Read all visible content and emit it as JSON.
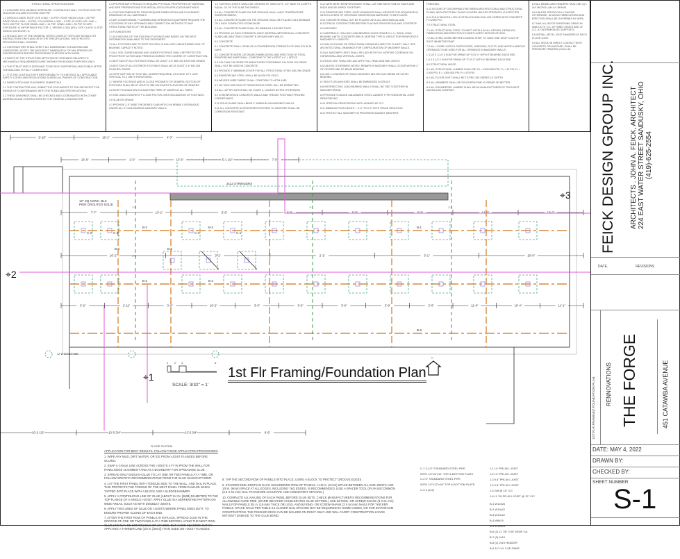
{
  "notes": {
    "heading": "STRUCTURAL SPECIFICATIONS",
    "columns": [
      [
        "1.1 ASSUMED SOIL BEARING PRESSURE: CONTINUOUS WALL FOOTING 2000 PSF, ISOLATED COLUMN FOOTING 2000 PSF",
        "1.2 DESIGN LOADS: ROOF LIVE LOAD = 20 PSF; ROOF SNOW LOAD = 25 PSF; ROOF DEAD LOAD = 15 PSF; COLLATERAL LOAD = 5 PSF; FLOOR LIVE LOAD = FLEX 100 PSF; FLOOR DEAD LOAD = 10 PSF; WIND LOAD = 90 PSF 90 MPH EXPOSURE: B; IMPORTANCE FACTOR: 1; SEISMIC LOAD (IBC); SITE CLASS: D; SITE DESIGN CATEGORY: A",
        "1.3 SHOULD ANY OF THE GENERAL NOTES CONFLICT WITH ANY DETAILS OR INSTRUCTIONS ON PLANS OR IN THE SPECIFICATIONS, THE STRICTEST PROVISION SHALL GOVERN.",
        "1.4 CONTRACTORS SHALL VERIFY ALL DIMENSIONS, ELEVATIONS AND CONDITIONS. NOTIFY THE ARCHITECT IMMEDIATELY OF ANY ERRORS OR DISCREPANCIES BEFORE PROCEEDING FURTHER WITH WORK.",
        "1.5 PARTS OF THE STRUCTURE AFFECTED BY OPENINGS RELATED TO MECHANICAL REQUIREMENTS ARE SHOWN FOR BIDDING PURPOSES ONLY.",
        "1.6 THE STRUCTURE IS DESIGNED TO BE SELF SUPPORTING AND STABLE AFTER THE BUILDING IS FULLY COMPLETED.",
        "1.7 IT IS THE CONTRACTOR'S RESPONSIBILITY TO ENFORCE ALL APPLICABLE SAFETY CODES AND REGULATIONS DURING ALL PHASES OF CONSTRUCTION.",
        "2.0 FABRICATION AND PLACEMENT SUBMITTALS",
        "2.1 THE CONTRACTOR WILL SUBMIT THE DOCUMENTS TO THE ARCHITECT FOR REVIEW OF CONFORMANCE WITH THE PLANS AND SPECIFICATIONS.",
        "2.2 THESE DRAWINGS SHALL BE CHECKED AND COORDINATED WITH OTHER MATERIALS AND CONTRACTORS BY THE GENERAL CONTRACTOR."
      ],
      [
        "2.3 PROPRIETARY PRODUCTS REQUIRE PHYSICAL PROPERTIES OF MATERIAL AND MFR PREPARATIONS FOR INSTALLATION OR APPLICATION METHODS.",
        "2.4 CUSTOM FABRICATED ITEMS REQUIRE FABRICATION AND PLACEMENT DRAWINGS OF ALL MATERIALS.",
        "2.5 AIR CONDITIONING, PLUMBING AND OPERATING EQUIPMENT REQUIRE THE LOCATIONS OF ANY OPENINGS AND CONNECTION METHODS TO ANY STRUCTURAL PARTS OF THE BUILDING.",
        "3.0 FOUNDATIONS",
        "3.1 ELEVATIONS OF THE EXISTING FOOTINGS ARE BASED ON THE BEST INFORMATION AVAILABLE TO THE DESIGNERS.",
        "3.2 ALL FOOTINGS ARE TO REST ON FIRM, CLEAN, DRY UNDISTURBED SOIL OF BEARING CAPACITY NOTED.",
        "3.3 ALL SOIL SURROUNDING AND UNDER FOOTINGS SHALL BE PROTECTED FROM FROST ACTION AND FREEZING DURING THE COURSE OF CONSTRUCTION.",
        "3.4 BOTTOM OF ALL FOOTINGS SHALL BE LEAST 3'-6\" BELOW EXISTING GRADE.",
        "3.5 BOTTOM OF ALL EXTERIOR FOOTINGS SHALL BE AT LEAST 3'-6\" BELOW FINISHED GRADE.",
        "3.6 STEP BOTTOM OF FOOTING, WHERE REQUIRED, AT A RATE OF 1 UNIT VERTICAL TO 2 UNITS HORIZONTAL.",
        "3.7 WHERE FOOTINGS ARE IN CLOSE PROXIMITY OF SEWERS, BOTTOM OF FOOTINGS SHALL BE AT LEAST 6\" BELOW INVERT ELEVATION OF SEWERS.",
        "3.8 KEEP FOUNDATION EXCAVATIONS FREE OF WATER AT ALL TIMES.",
        "3.9 USE LEAN CONCRETE F'c=1000 PSI FOR OVER-EXCAVATION OF FOOTINGS.",
        "4.0 SLAB ON GRADE",
        "4.1 PROVIDE 2'-0\" WIDE THICKENED SLAB WITH 2 #4 REBAR CONTINUOUS UNDER ALL 6\" NON-BEARING MASONRY WALLS."
      ],
      [
        "4.2 CONTROL JOINTS SHALL BE CREATED BY SAW CUTS, 1/4\" WIDE TO A DEPTH EQUAL 1/3 OF THE SLAB THICKNESS.",
        "4.3 ALL CONCRETE SLABS ON THE GROUND SHALL HAVE TEMPERATURE REINFORCEMENT.",
        "4.4 ALL CONCRETE SLABS ON THE GROUND SHALL BE PLACED ON A MINIMUM OF 4 INCH COMPACTED STONE BASE.",
        "4.5 ALL CONCRETE SLABS SHALL BE MINIMUM 4 INCHES THICK.",
        "4.6 PROVIDE 1/2 INCH EXPANSION JOINT MATERIAL BETWEEN ALL CONCRETE SLABS AND ABUTTING CONCRETE OR MASONRY WALLS.",
        "5.0 CONCRETE",
        "5.1 CONCRETE SHALL DEVELOP A COMPRESSION STRENGTH OF 3000 PSI IN 28 DAYS.",
        "5.2 CONCRETE WORK, DETAILING FABRICATION, AND ERECTION OF STEEL REINFORCING BARS SHALL CONFORM TO THE LATEST A.C.I. SPECS.",
        "5.3 CALCIUM CHLORIDE OR ADMIXTURES CONTAINING CALCIUM CHLORIDE SHALL NOT BE USED IN CONCRETE.",
        "5.4 PROVIDE 3\" MINIMUM COVER FOR ALL STRUCTURAL STEEL BELOW GRADE.",
        "5.5 REINFORCING STEEL SHALL BE 60,000 PSI YIELD.",
        "5.6 WELDED WIRE FABRIC SHALL CONFORM TO ASTM A185.",
        "5.7 NO TACK WELDING OF REINFORCING STEEL WILL BE PERMITTED.",
        "5.8 ALL LAP SPLICES SHALL BE CLASS C, UNLESS NOTED OTHERWISE.",
        "5.9 IN REINFORCED CONCRETE WALLS AND TRENCH FOOTINGS PROVIDE CORNER BARS.",
        "5.10 SOLID SLABS SHALL BEAR 4\" MINIMUM ON MASONRY WALLS.",
        "5.11 ALL CONCRETE ACCESSORIES EXPOSED TO WEATHER SHALL BE CORROSION RESISTANT."
      ],
      [
        "5.12 WIRE MESH REINFORCEMENT SHALL LAP ONE MESH SIZE AT SIDES AND ENDS AND BE WIRED TOGETHER.",
        "5.13 REINFORCING STEEL SHOP DRAWINGS SHALL INDICATE THE SEQUENCE IN WHICH LAYERS OF CROSSING REINFORCING BARS ARE TO BE PLACED.",
        "5.14 CONCRETE SHALL NOT BE PLACED UNTIL ALL MECHANICAL AND ELECTRICAL CONTRACTORS BEFORE PLACING REINFORCING AND CONCRETE.",
        "6.0 MASONRY",
        "6.1 MATERIALS: HOLLOW LOAD BEARING UNITS GRADE N-1 / I; SOLID LOAD BEARING UNITS; CONCRETE BRICK; MORTAR TYPE S; GROUT FOR REINFORCED MASONRY F'c=3000 PSI",
        "6.2 WALLS SHOWN ON STRUCTURAL DRAWINGS ARE FOR CLARITY ONLY. SEE ARCHITECTURAL DRAWINGS FOR CONFIGURATION OF MASONRY WALLS.",
        "6.3 ALL MASONRY UNITS SHALL BE LAID WITH FULL MORTAR COVERAGE ON HORIZONTAL AND VERTICAL JOINTS.",
        "6.4 SOLID UNIT SHALL BE LAID WITH FULL HEAD AND BED JOINTS.",
        "6.5 UNLESS OTHERWISE NOTED, REBARS IN MASONRY SHALL OCCUR WITHIN 2\" OF CENTERLINE OF BEAM BEARING.",
        "6.6 USE 3 COURSES OF SOLID MASONRY BELOW EACH BEAM OR LINTEL BEARING.",
        "6.7 BOLTS OR ANCHORS SHALL BE EMBEDDED IN GROUT.",
        "6.8 INTERSECTING LOAD BEARING WALLS SHALL BE TIED TOGETHER IN MASONRY BOND.",
        "6.9 PROVIDE 9 GAUGE GALVANIZED STEEL LADDER TYPE HORIZONTAL JOINT REINFORCING.",
        "6.10 VERTICAL REINFORCING WITH #5 BARS 48\" O.C.",
        "6.11 MINIMUM POUR HEIGHT = 4'-0\" TO 5'-0\" WITH STAGE GROUTING.",
        "6.12 PROTECT ALL MASONRY IN PROGRESS AGAINST WEATHER."
      ],
      [
        "FREEZING.",
        "6.13 IN CASE OF DISCREPANCY BETWEEN ARCHITECTURAL AND STRUCTURAL PLANS, ARCHITECTURAL PLANS GOVERN UNLESS STRENGTH IS AFFECTED.",
        "6.14 FULLY BACKFILL CELLS OF BLOCK AND HOLLOW CORES WITH CONCRETE F'c=2500 PSI.",
        "7.0 STRUCTURAL STEEL",
        "7.1 ALL STRUCTURAL STEEL TO MEET ASTM A-36 ALL DESIGN, DETAILING, FABRICATION AND ERECTION TO MEET LATEST EDITION OF AISC.",
        "7.2 ALL STEEL WORK BEFORE LEAVING SHOP, TO HAVE ONE SHOP COAT OF RUST INHIBITIVE PAINT.",
        "7.3 ALL LOOSE LINTELS OVER DOORS, WINDOWS, DUCTS, AND MISCELLANEOUS OPENINGS TO BE USED FOR ALL OPENINGS IN MASONRY WALLS:",
        "L 3-1/2 X 3-1/2 X 5/16 FOR SPANS UP TO 6'-0\" WITH 8\" BEARING EACH END",
        "L 6 X 3-1/2 X 5/16 FOR SPANS UP TO 9'-0\" WITH 8\" BEARING EACH END",
        "8.0 STRUCTURAL WOOD",
        "8.1 ALL STRUCTURAL LUMBER SHALL BE: Fb = 1000/1500 PSI; Fv = 90 PSI; Fc = 1,000 PSI; E = 1,500,000 PSI; Ft = 575 PSI",
        "8.2 ALL FLOOR JOIST SHALL BE TJI PRO 250 SERIES 14\" DEPTH.",
        "8.3 ALL MEMBERS SHALL BE SOUTHERN PINE #2 GRADE OR BETTER.",
        "8.4 ALL ENGINEERED LUMBER SHALL BE AS MANUFACTURED BY TRUSJOIST MACMILLAN COMPANY."
      ],
      [
        "8.5 ALL BEAMS AND HEADERS SHALL BE (2) 1 3/4\" MICROLLAM LVL BEAMS.",
        "8.6 UNLESS SPECIFICALLY SHOWN OTHERWISE, IN WOOD FABRICATIONS AND ERECTION SHALL BE GOVERNED BY AFPA.",
        "8.7 NAIL ALL WOOD SHEATHING USING 8d NAILS AT 6\" O.C. AT PANEL EDGES AND 12\" O.C. AT INTERMEDIATE SUPPORTS.",
        "8.8 INSTALL METAL JOIST HANGERS AT EACH FLOOR JOIST.",
        "8.9 ALL WOOD IN DIRECT CONTACT WITH CONCRETE OR MASONRY SHALL BE PRESSURE TREATED (CCA-C-6)."
      ]
    ]
  },
  "plan": {
    "title": "1st Flr Framing/Foundation Plan",
    "scale_label": "SCALE: 3/32\" = 1'",
    "scale_ticks": [
      "0",
      "2'",
      "4'",
      "8'"
    ],
    "annotations": {
      "stringers": "2x12 STRINGERS",
      "pier": "12\" SQ CONC. BLK PIER GROUTED SOLID",
      "sonotube": "12\"Ø SONOTUBE",
      "floor_system": "FLOOR SYSTEM"
    },
    "section_markers": [
      "2",
      "3",
      "1"
    ],
    "top_dims": [
      "5'-10\"",
      "18'-1\"",
      "4'-0\""
    ],
    "dims_row2": [
      "16'-6\"",
      "2'-0\"",
      "13'-6\"",
      "5'-1 1/2\"",
      "7'-0\""
    ],
    "dims_row3": [
      "7'-7\"",
      "13'-2\"",
      "6'-9\"",
      "6'-9\"",
      "6'-9\"",
      "6'-9\"",
      "14'-9\"",
      "15'-0\""
    ],
    "dims_row4": [
      "16'-2\"",
      "3'-1\"",
      "2'-1\"",
      "3'-1\"",
      "20'-0\""
    ],
    "dims_row5": [
      "3'-2\"",
      "2'-11\"",
      "3'-0\"",
      "10'-2\"",
      "3'-0\"",
      "3'-9\"",
      "3'-0\"",
      "3'-9\"",
      "3'-0\"",
      "11'-9\"",
      "10'-4\"",
      "11'-1\""
    ],
    "bottom_dims": [
      "20'-2 1/2\"",
      "13'-5 3/4\"",
      "13'-5 3/4\"",
      "9'-6\""
    ],
    "beam_labels": [
      "B-3",
      "B-3",
      "B-2",
      "B-2",
      "B-4",
      "B-4",
      "B-1",
      "B-6"
    ],
    "column_labels": [
      "C-2",
      "C-2",
      "C-3",
      "C-1"
    ],
    "joist_labels": [
      "J-3",
      "J-5",
      "J-1",
      "J-2"
    ]
  },
  "application": {
    "header": "APPLICATION FOR BEST RESULTS, FOLLOW THESE APPLICATION PROCEDURES",
    "steps_left": [
      "1. WIPE ANY MUD, DIRT, WATER, OR ICE FROM I-JOIST FLANGES BEFORE GLUING.",
      "2. SNAP A CHALK LINE ACROSS THE I-JOISTS 4 FT IN FROM THE WALL FOR PANEL EDGE ALIGNMENT AND AS A BOUNDARY FOR SPREADING GLUE.",
      "3. SPREAD ONLY ENOUGH GLUE TO LAY ONE OR TWO PANELS AT A TIME, OR FOLLOW SPECIFIC RECOMMENDATIONS FROM THE GLUE MANUFACTURER.",
      "4. LAY THE FIRST PANEL WITH TONGUE SIDE TO THE WALL, AND NAIL IN PLACE. THIS PROTECTS THE TONGUE OF THE NEXT PANEL FROM DAMAGE WHEN TAPPED INTO PLACE WITH A BLOCK AND A SLEDGEHAMMER.",
      "5. APPLY A CONTINUOUS LINE OF GLUE (ABOUT 1/4 IN. [6MM] DIAMETER) TO THE TOP FLANGE OF A SINGLE I-JOIST. APPLY GLUE IN A SERPENTINE PATTERN ON WIDE AREAS, SUCH AS WITH DOUBLE I-JOISTS.",
      "6. APPLY TWO LINES OF GLUE ON I-JOISTS WHERE PANEL ENDS BUTT, TO ENSURE PROPER GLUING OF EACH END.",
      "7. AFTER THE FIRST ROW OF PANELS IS IN PLACE, SPREAD GLUE IN THE GROOVE OF ONE OR TWO PANELS AT A TIME BEFORE LAYING THE NEXT ROW. GLUE LINE MAY BE CONTINUOUS OR SPACED, BUT AVOID SQUEEZE-OUT BY APPLYING A THINNER LINE (1/8 in. [3mm]) THAN USED ON I-JOIST FLANGES."
    ],
    "steps_right": [
      "8. TAP THE SECOND ROW OF PANELS INTO PLACE, USING A BLOCK TO PROTECT GROOVE EDGES.",
      "9. STAGGER END JOINTS IN EACH SUCCEEDING ROW OF PANELS. A 1/8 in. (3 mm) SPACE BETWEEN ALL END JOINTS AND 1/8 in. (6mm) SPACE AT ALL EDGES, INCLUDING T&G EDGES, IS RECOMMENDED. (USE A SPACER TOOL OR AN 8d COMMON (3.3 X 64 mm) NAIL TO ENSURE ACCURATE AND CONSISTENT SPACING.)",
      "10. COMPLETE ALL NAILING OF EACH PANEL BEFORE GLUE SETS. CHECK MANUFACTURER'S RECOMMENDATIONS FOR ALLOWABLE CURE TIME. (WARM WEATHER ACCELERATES GLUE SETTING.) USE 6d RING- OR SCREW-SHANK (3 X 51 mm) NAILS FOR PANELS 3/4 in. (19 mm) THICK OR LESS, AND 8d RING- OR SCREW-SHANK (3 X 64 mm) NAILS FOR THICKER PANELS. SPACE NAILS PER TABLE 3.2 CLOSER NAIL SPACING MAY BE REQUIRED BY SOME CODES, OR FOR DIAPHRAGM CONSTRUCTION. THE FINISHED DECK CAN BE WALKED ON RIGHT AWAY AND WILL CARRY CONSTRUCTION LOADS WITHOUT DAMAGE TO THE GLUE BOND."
    ]
  },
  "schedules": {
    "columns": [
      "C-1 3-1/2\" STANDARD STEEL PIPE",
      "WITH 1/2\"x8\"x12\" TOP & BOTTOM PLATE",
      "C-2 6\" STANDARD STEEL PIPE",
      "WITH 1/2\"x12\"x16\" TOP & BOTTOM PLATE",
      "C-3 3 (2x4)"
    ],
    "joists": [
      "J-1 14\" PRI-60 I-JOIST",
      "J-2 14\" PRI-40 I-JOIST",
      "J-3 9.5\" PRI-60 I-JOIST",
      "J-4 9.5\" PRI-20 I-JOIST",
      "J-5 2x8 @ 16\" C/C",
      "J-6 11 7/8 PR-60 I-JOIST @ 12\" C/C"
    ],
    "beams": [
      "B-1 W12x26",
      "B-2 W10x22",
      "B-3 W10x22",
      "B-4 W8x24",
      "B-5 W14x26",
      "B-6 (2) 11 7/8\" 2.0E 2900F LVL",
      "B-7 (3) 2x10",
      "B-8 (2) 2x10 HEADER",
      "B-9 14\" LVL 2.0E-2900F"
    ]
  },
  "title_block": {
    "firm": "FEICK DESIGN GROUP INC.",
    "architect": "ARCHITECTS . JOHN A. FEICK, ARCHITECT",
    "address": "224 EAST WATER STREET   SANDUSKY, OHIO",
    "phone": "(419)-625-2554",
    "date_col": "DATE.",
    "revisions_col": "REVISIONS",
    "sheet_title": "1ST FLR FRAMING/ FOUNDATION PLAN",
    "project_type": "RENNOVATIONS",
    "project_name": "THE FORGE",
    "project_address": "451 CATAWBA AVENUE",
    "date": "DATE: MAY 4, 2022",
    "drawn_by": "DRAWN BY:",
    "checked_by": "CHECKED BY:",
    "sheet_number_label": "SHEET NUMBER",
    "sheet_number": "S-1"
  },
  "colors": {
    "beam": "#d98a3d",
    "footing": "#4aa58e",
    "section_line": "#e05ad8",
    "column": "#9b8ce0",
    "joist_arrow": "#3c9a4a",
    "line": "#222222"
  }
}
